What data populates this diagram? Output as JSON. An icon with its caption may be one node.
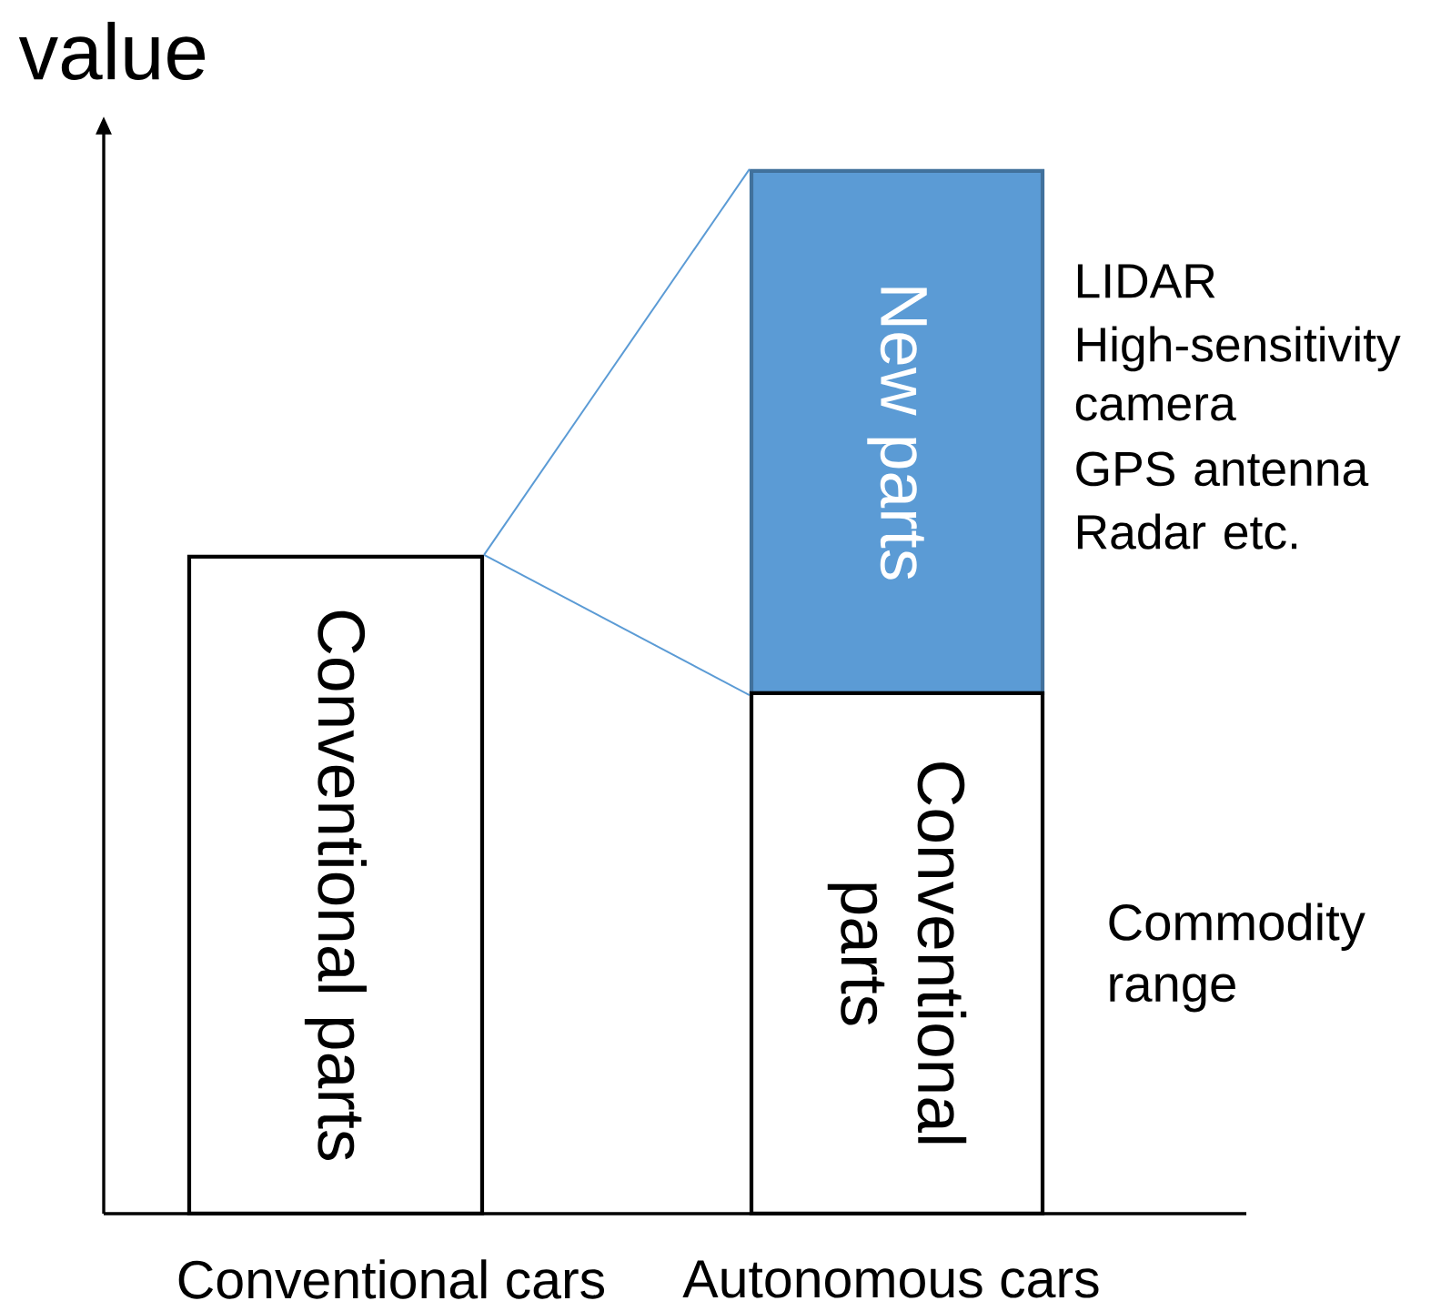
{
  "diagram": {
    "nodes": [
      {
        "text": [
          "Conventional parts"
        ]
      },
      {
        "text": [
          "New parts"
        ],
        "beside": [
          "LIDAR",
          "High-sensitivity camera",
          "GPS antenna",
          "Radar etc."
        ]
      },
      {
        "text": [
          "Conventional parts"
        ],
        "beside": [
          "Commodity range"
        ]
      }
    ],
    "edges": [
      {
        "from": 0,
        "to": 1,
        "arrow": "none",
        "color": "#5b9bd5"
      },
      {
        "from": 0,
        "to": 1,
        "arrow": "none",
        "color": "#5b9bd5"
      }
    ],
    "labels": [
      "value",
      "Conventional cars",
      "Autonomous cars"
    ]
  }
}
